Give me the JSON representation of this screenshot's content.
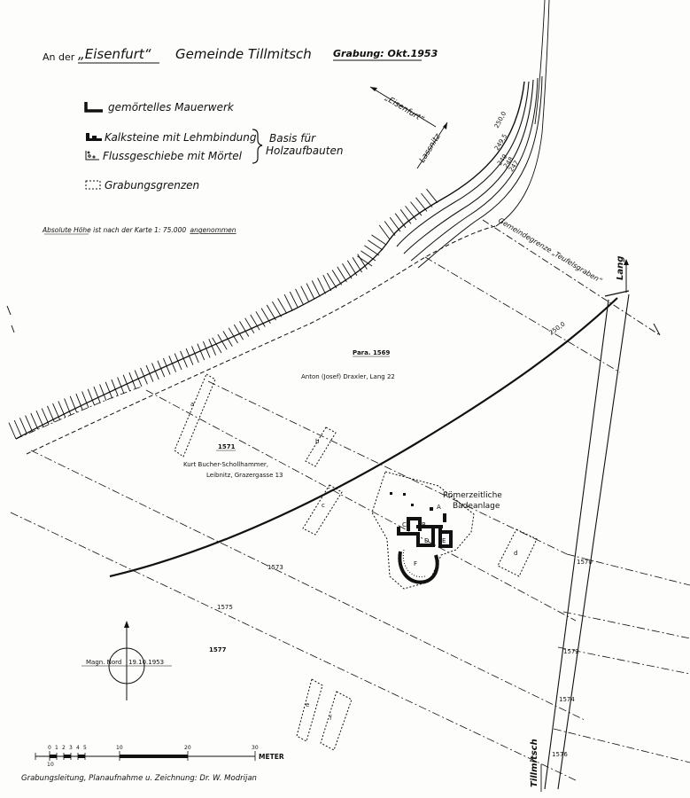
{
  "title": {
    "prefix": "An der",
    "place": "„Eisenfurt“",
    "community": "Gemeinde Tillmitsch",
    "excavation": "Grabung: Okt.1953"
  },
  "legend": {
    "mortar_masonry": "gemörtelles Mauerwerk",
    "limestone_clay": "Kalksteine mit Lehmbindung",
    "river_gravel": "Flussgeschiebe mit Mörtel",
    "basis_line1": "Basis für",
    "basis_line2": "Holzaufbauten",
    "excavation_bounds": "Grabungsgrenzen",
    "altitude_note_prefix": "Absolute Höhe ist nach der Karte 1: 75.000",
    "altitude_note_suffix": "angenommen"
  },
  "labels": {
    "eisenfurt": "„Eisenfurt“",
    "lassnitz": "Lassnitz",
    "contours": [
      "250,0",
      "249,5",
      "249",
      "248",
      "247"
    ],
    "boundary": "Gemeindegrenze „Teufelsgraben“",
    "lang": "Lang",
    "tillmitsch": "Tillmitsch",
    "road_elev": "250,0",
    "para": "Para. 1569",
    "owner1569": "Anton (Josef) Draxler, Lang 22",
    "parcel_1571": "1571",
    "owner1571_line1": "Kurt Bucher-Schollhammer,",
    "owner1571_line2": "Leibnitz, Grazergasse 13",
    "bath_line1": "Römerzeitliche",
    "bath_line2": "Badeanlage",
    "room_letters": [
      "A",
      "B",
      "C",
      "D",
      "E",
      "F"
    ],
    "trench_letters": [
      "a",
      "b",
      "c",
      "d",
      "e",
      "f"
    ],
    "parcels": [
      "1573",
      "1575",
      "1577",
      "1570",
      "1572",
      "1574",
      "1576"
    ]
  },
  "compass": {
    "label": "Magn. Nord",
    "date": "19.10.1953"
  },
  "scale": {
    "ticks": [
      "0",
      "1",
      "2",
      "3",
      "4",
      "5",
      "10",
      "20",
      "30"
    ],
    "unit": "METER",
    "start_marks": [
      "1",
      "0"
    ]
  },
  "credit": "Grabungsleitung, Planaufnahme u. Zeichnung: Dr. W. Modrijan"
}
